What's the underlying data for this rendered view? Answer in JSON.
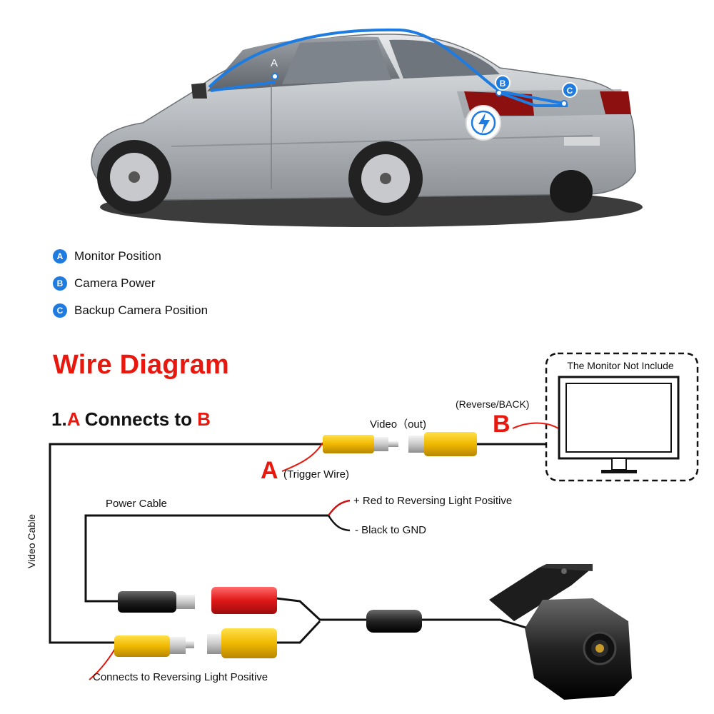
{
  "car_markers": {
    "a": "A",
    "b": "B",
    "c": "C"
  },
  "legend": [
    {
      "badge": "A",
      "label": "Monitor Position"
    },
    {
      "badge": "B",
      "label": "Camera Power"
    },
    {
      "badge": "C",
      "label": "Backup Camera Position"
    }
  ],
  "title": "Wire Diagram",
  "subtitle": {
    "prefix": "1.",
    "a": "A",
    "mid": " Connects to ",
    "b": "B"
  },
  "monitor_label": "The Monitor Not Include",
  "video_out": "Video（out)",
  "reverse_back": "(Reverse/BACK)",
  "letter_b": "B",
  "letter_a": "A",
  "trigger_wire": "(Trigger Wire)",
  "power_cable": "Power Cable",
  "red_positive": "+ Red to Reversing Light Positive",
  "black_gnd": "- Black to GND",
  "video_cable": "Video Cable",
  "connects_reversing": "Connects to Reversing Light Positive",
  "colors": {
    "accent_red": "#e8180e",
    "marker_blue": "#1e7be0",
    "rca_yellow": "#f0c000",
    "wire": "#111111"
  }
}
